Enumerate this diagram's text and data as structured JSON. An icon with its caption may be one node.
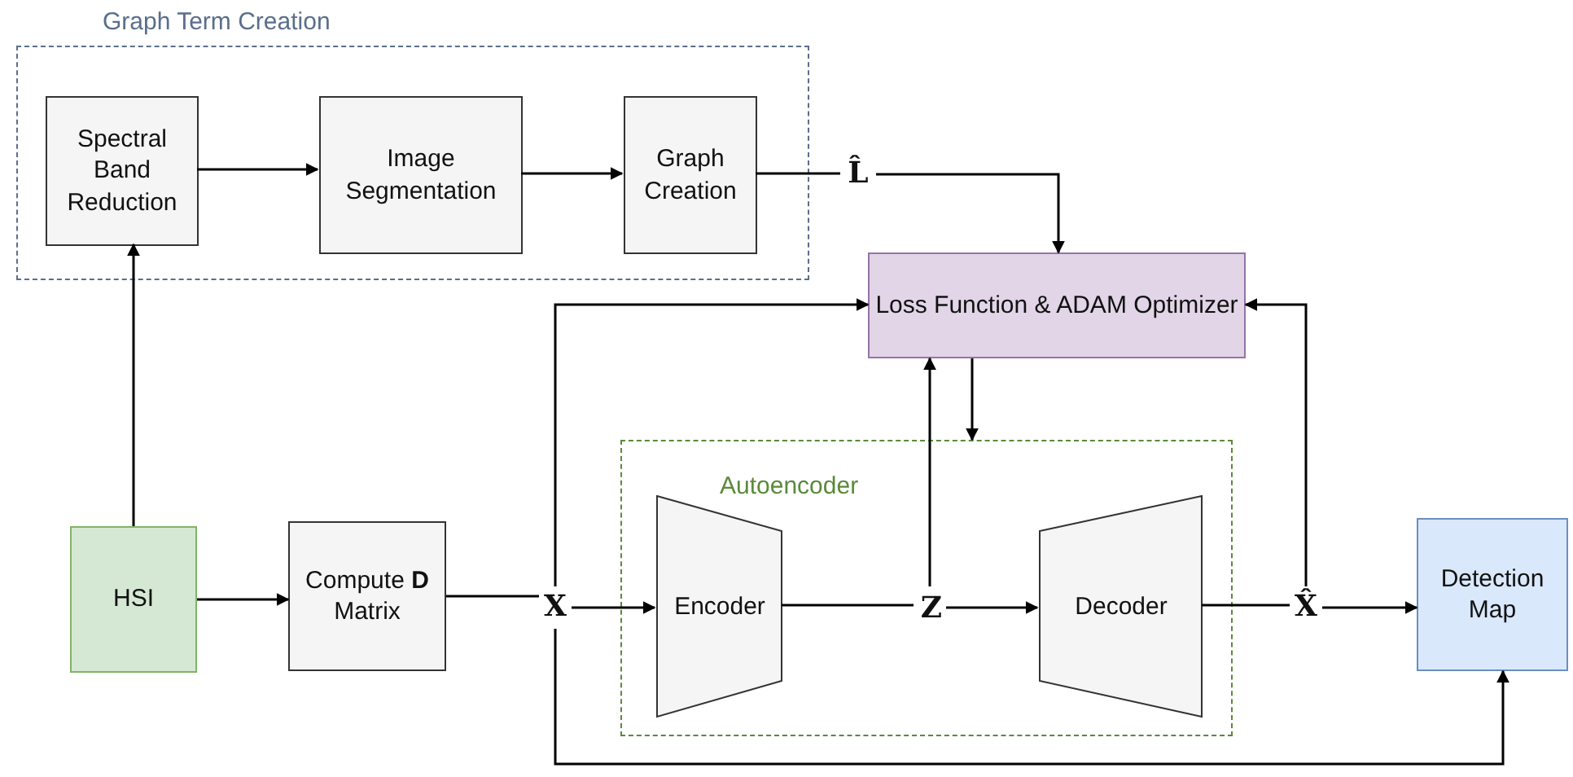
{
  "diagram": {
    "nodes": [
      {
        "text": [
          "Graph Term Creation"
        ]
      },
      {
        "text": [
          "Spectral Band Reduction"
        ],
        "in": 0
      },
      {
        "text": [
          "Image Segmentation"
        ],
        "in": 0
      },
      {
        "text": [
          "Graph Creation"
        ],
        "in": 0
      },
      {
        "text": [
          "L̂"
        ]
      },
      {
        "text": [
          "Loss Function & ADAM Optimizer"
        ]
      },
      {
        "text": [
          "Autoencoder"
        ]
      },
      {
        "text": [
          "Encoder"
        ],
        "in": 6
      },
      {
        "text": [
          "Z"
        ],
        "in": 6
      },
      {
        "text": [
          "Decoder"
        ],
        "in": 6
      },
      {
        "text": [
          "HSI"
        ]
      },
      {
        "text": [
          "Compute **D** Matrix"
        ]
      },
      {
        "text": [
          "X"
        ]
      },
      {
        "text": [
          "X̂"
        ]
      },
      {
        "text": [
          "Detection Map"
        ]
      }
    ],
    "edges": [
      {
        "from": 1,
        "to": 2,
        "arrow": "to"
      },
      {
        "from": 2,
        "to": 3,
        "arrow": "to"
      },
      {
        "from": 3,
        "to": 4,
        "arrow": "none"
      },
      {
        "from": 4,
        "to": 5,
        "arrow": "to"
      },
      {
        "from": 10,
        "to": 1,
        "arrow": "to"
      },
      {
        "from": 10,
        "to": 11,
        "arrow": "to"
      },
      {
        "from": 11,
        "to": 12,
        "arrow": "none"
      },
      {
        "from": 12,
        "to": 7,
        "arrow": "to"
      },
      {
        "from": 12,
        "to": 5,
        "arrow": "to"
      },
      {
        "from": 12,
        "to": 14,
        "arrow": "to"
      },
      {
        "from": 7,
        "to": 8,
        "arrow": "none"
      },
      {
        "from": 8,
        "to": 9,
        "arrow": "to"
      },
      {
        "from": 8,
        "to": 5,
        "arrow": "to"
      },
      {
        "from": 5,
        "to": 6,
        "arrow": "to"
      },
      {
        "from": 9,
        "to": 13,
        "arrow": "none"
      },
      {
        "from": 13,
        "to": 14,
        "arrow": "to"
      },
      {
        "from": 13,
        "to": 5,
        "arrow": "to"
      }
    ]
  }
}
